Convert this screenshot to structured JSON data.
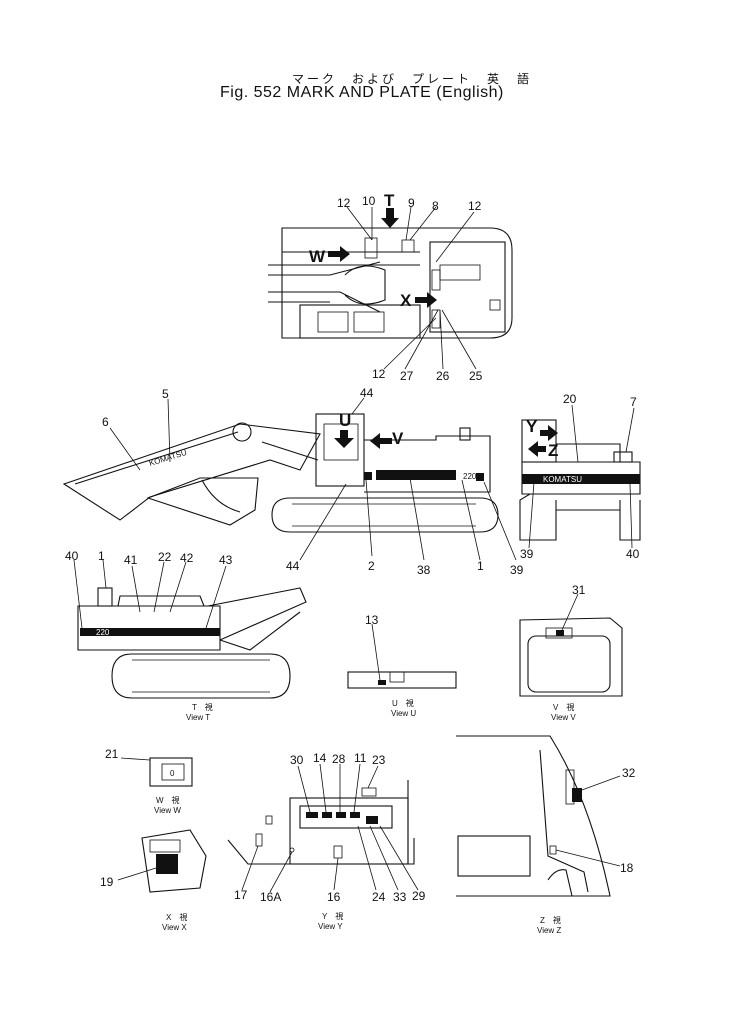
{
  "figure": {
    "title_jp": "マーク　および　プレート　英　語",
    "title_en": "Fig. 552  MARK AND PLATE (English)"
  },
  "labels": {
    "top": [
      "12",
      "10",
      "9",
      "8",
      "12",
      "12",
      "27",
      "26",
      "25"
    ],
    "top_arrows": [
      "T",
      "W",
      "X"
    ],
    "side": [
      "5",
      "6",
      "44",
      "44",
      "2",
      "38",
      "1",
      "39"
    ],
    "side_arrows": [
      "U",
      "V"
    ],
    "rear": [
      "20",
      "7",
      "39",
      "40"
    ],
    "rear_arrows": [
      "Y",
      "Z"
    ],
    "view_t": [
      "40",
      "1",
      "41",
      "22",
      "42",
      "43"
    ],
    "view_u": [
      "13"
    ],
    "view_v": [
      "31"
    ],
    "view_w": [
      "21"
    ],
    "view_x": [
      "19"
    ],
    "view_y": [
      "30",
      "14",
      "28",
      "11",
      "23",
      "17",
      "16A",
      "16",
      "24",
      "33",
      "29"
    ],
    "view_z": [
      "32",
      "18"
    ]
  },
  "decal_text": {
    "komatsu": "KOMATSU",
    "model": "220",
    "view_w_plate": "0"
  },
  "view_captions": {
    "t": {
      "jp": "T　視",
      "en": "View T"
    },
    "u": {
      "jp": "U　視",
      "en": "View U"
    },
    "v": {
      "jp": "V　視",
      "en": "View V"
    },
    "w": {
      "jp": "W　視",
      "en": "View W"
    },
    "x": {
      "jp": "X　視",
      "en": "View X"
    },
    "y": {
      "jp": "Y　視",
      "en": "View Y"
    },
    "z": {
      "jp": "Z　視",
      "en": "View Z"
    }
  }
}
